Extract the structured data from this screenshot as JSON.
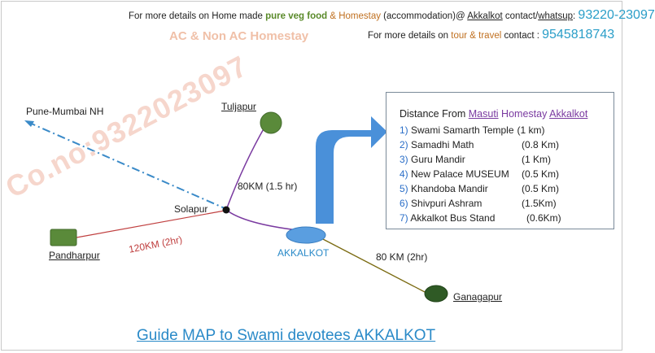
{
  "header": {
    "line1_pre": "For more details on Home made ",
    "line1_green": "pure veg food",
    "line1_amp": " & Homestay",
    "line1_mid": " (accommodation)@ ",
    "line1_akkalkot": "Akkalkot",
    "line1_contact": " contact/",
    "line1_whatsup": "whatsup",
    "line1_colon": ": ",
    "phone1": "93220-23097",
    "subtitle": "AC & Non AC Homestay",
    "line2_pre": "For more details on ",
    "line2_orange": "tour & travel",
    "line2_post": " contact : ",
    "phone2": "9545818743"
  },
  "watermark": "Co.no:9322023097",
  "map": {
    "pune": "Pune-Mumbai NH",
    "tuljapur": "Tuljapur",
    "solapur": "Solapur",
    "pandharpur": "Pandharpur",
    "akkalkot": "AKKALKOT",
    "ganagapur": "Ganagapur",
    "route_tuljapur": "80KM (1.5 hr)",
    "route_pandharpur": "120KM (2hr)",
    "route_ganagapur": "80 KM (2hr)"
  },
  "distance": {
    "title_pre": "Distance From ",
    "title_masuti": "Masuti",
    "title_homestay": " Homestay ",
    "title_akkalkot": "Akkalkot",
    "rows": [
      {
        "num": "1)",
        "place": "Swami Samarth Temple",
        "dist": "(1 km)"
      },
      {
        "num": "2)",
        "place": "Samadhi Math",
        "dist": "(0.8 Km)"
      },
      {
        "num": "3)",
        "place": "Guru Mandir",
        "dist": "(1 Km)"
      },
      {
        "num": "4)",
        "place": "New Palace MUSEUM",
        "dist": "(0.5 Km)"
      },
      {
        "num": "5)",
        "place": "Khandoba Mandir",
        "dist": "(0.5 Km)"
      },
      {
        "num": "6)",
        "place": "Shivpuri Ashram",
        "dist": "(1.5Km)"
      },
      {
        "num": "7)",
        "place": "Akkalkot Bus Stand",
        "dist": "(0.6Km)"
      }
    ]
  },
  "caption": "Guide MAP to Swami devotees AKKALKOT",
  "colors": {
    "phone": "#2a9ec8",
    "green_node": "#5a8a3a",
    "akkalkot_node": "#5a9ee0",
    "arrow": "#4a90d9",
    "route_purple": "#7a3aa0",
    "route_red": "#c04040",
    "route_olive": "#7a6a10"
  }
}
